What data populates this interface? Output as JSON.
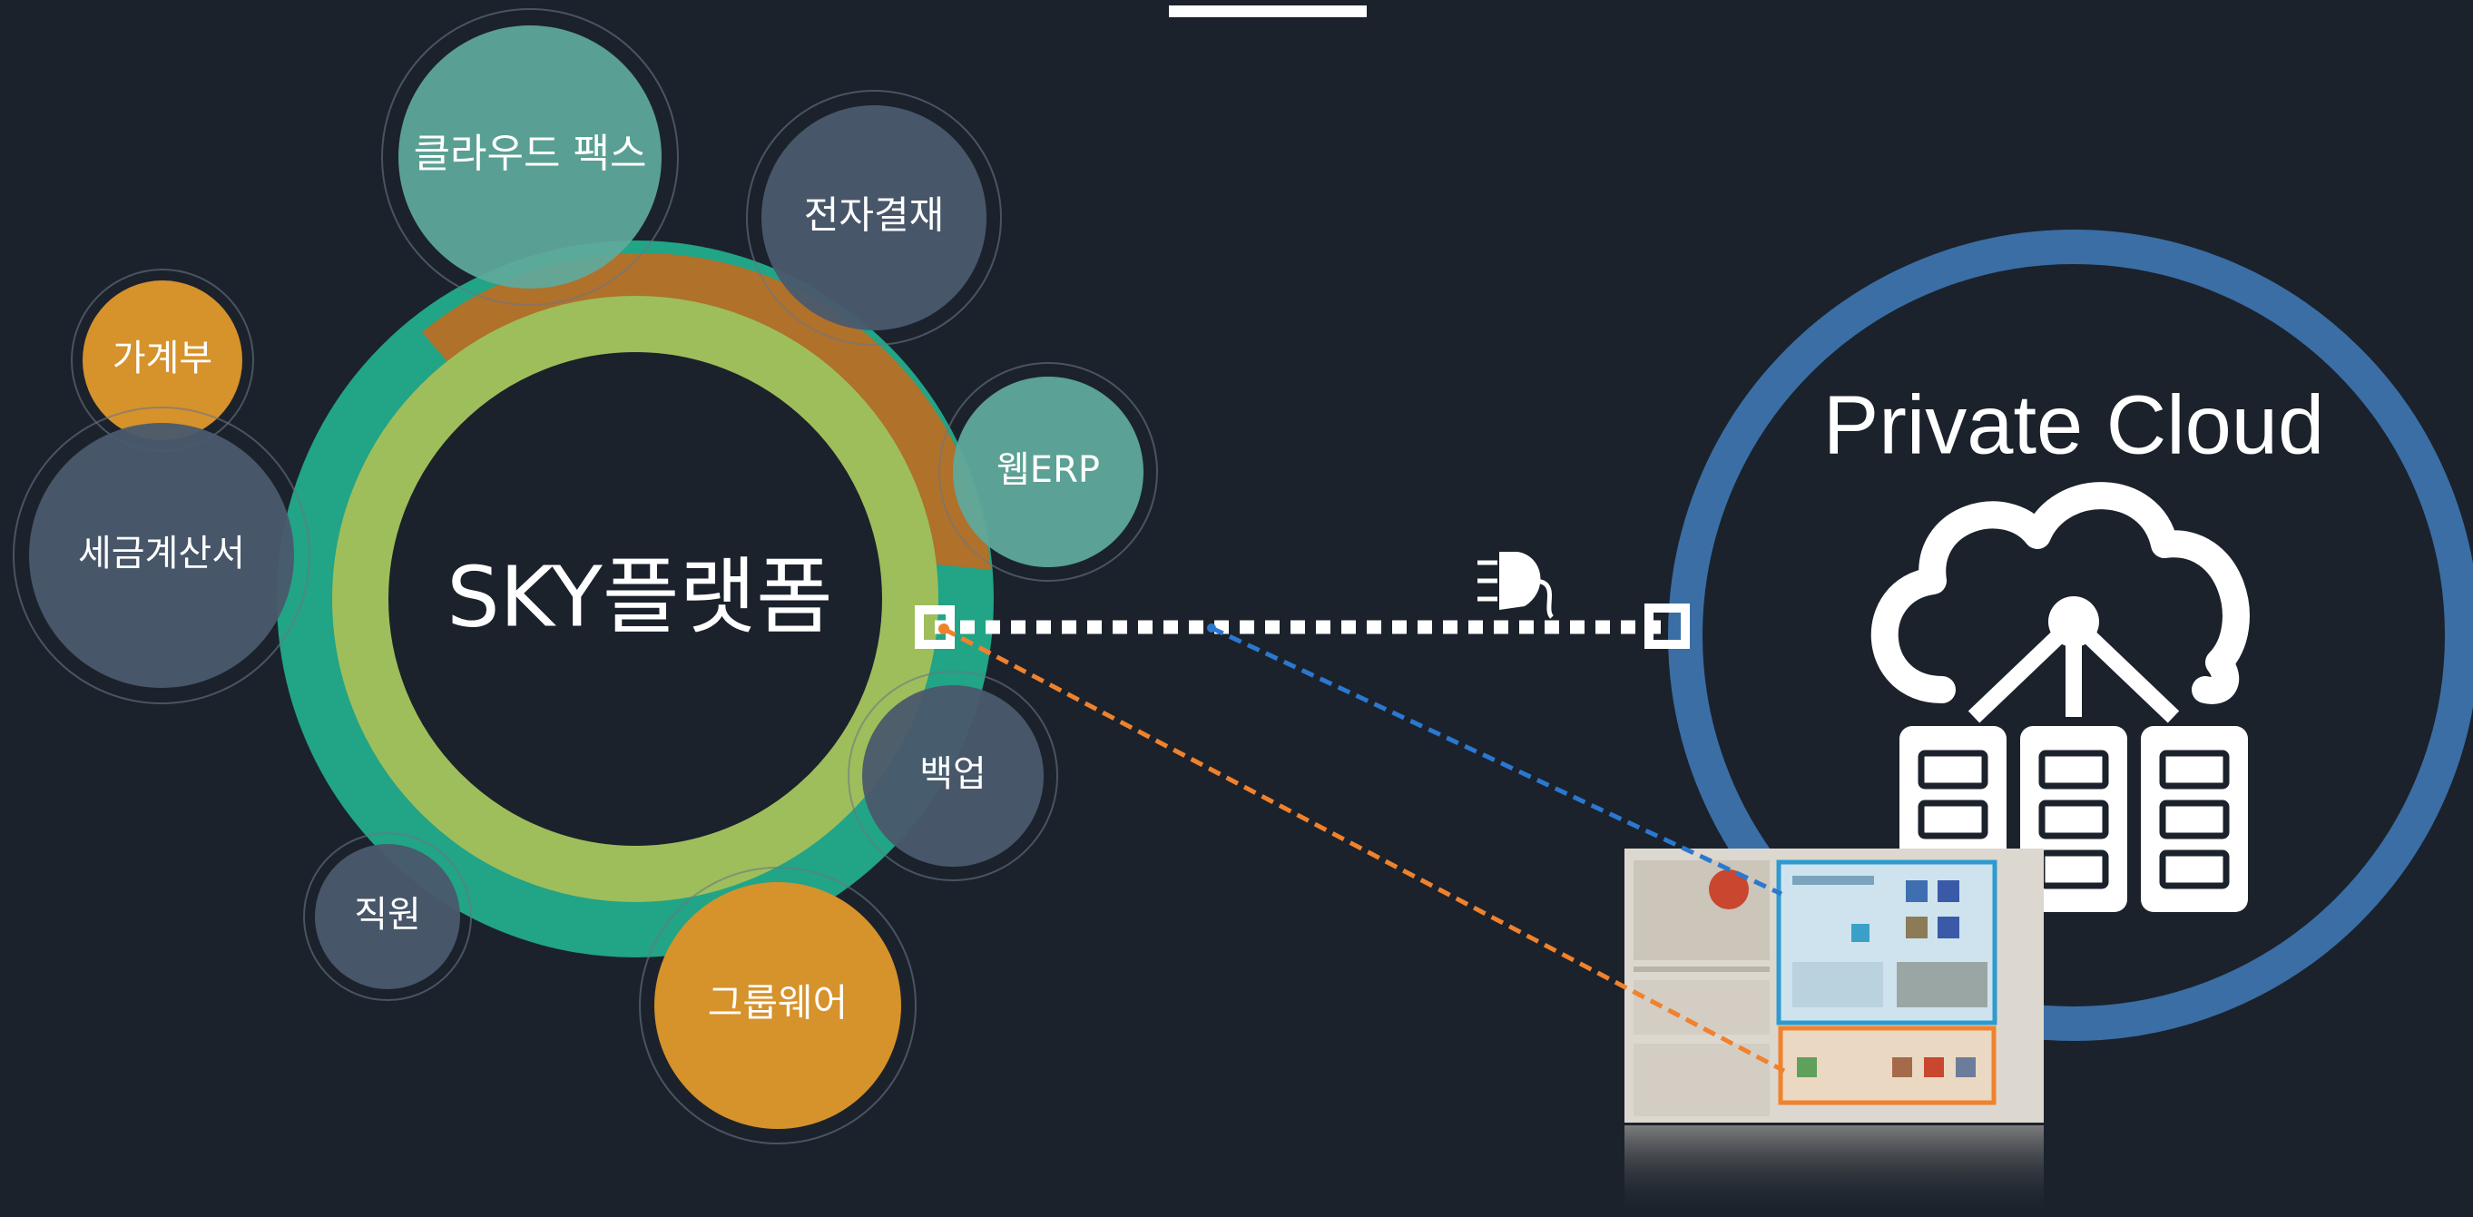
{
  "center": {
    "label": "SKY플랫폼"
  },
  "bubbles": [
    {
      "id": "cloud-fax",
      "label": "클라우드 팩스",
      "color": "teal"
    },
    {
      "id": "e-approval",
      "label": "전자결재",
      "color": "slate"
    },
    {
      "id": "household-ledger",
      "label": "가계부",
      "color": "orange"
    },
    {
      "id": "tax-invoice",
      "label": "세금계산서",
      "color": "slate"
    },
    {
      "id": "web-erp",
      "label": "웹ERP",
      "color": "teal"
    },
    {
      "id": "backup",
      "label": "백업",
      "color": "slate"
    },
    {
      "id": "employee",
      "label": "직원",
      "color": "slate"
    },
    {
      "id": "groupware",
      "label": "그룹웨어",
      "color": "orange"
    }
  ],
  "private_cloud": {
    "title": "Private Cloud"
  },
  "colors": {
    "background": "#1b222c",
    "teal": "#5fa99b",
    "slate": "#4a5a6d",
    "orange": "#d6922b",
    "ring_outer_green": "#22a486",
    "ring_outer_brown": "#b0712a",
    "ring_inner_lime": "#9ebe5b",
    "cloud_blue": "#3a6ea5",
    "link_blue": "#2b78d0",
    "link_orange": "#f0822d"
  }
}
